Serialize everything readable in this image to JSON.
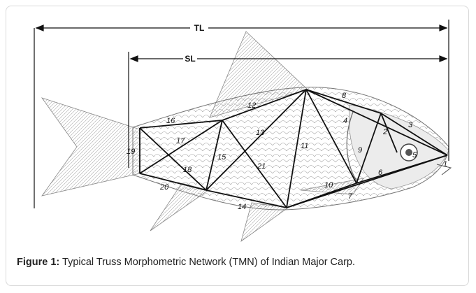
{
  "figure": {
    "measure_labels": {
      "total_length": "TL",
      "standard_length": "SL"
    },
    "truss_labels": [
      "1",
      "2",
      "3",
      "4",
      "5",
      "6",
      "7",
      "8",
      "9",
      "10",
      "11",
      "12",
      "13",
      "14",
      "15",
      "16",
      "17",
      "18",
      "19",
      "20",
      "21"
    ],
    "caption": {
      "label": "Figure 1:",
      "text": "Typical Truss Morphometric Network (TMN) of Indian Major Carp."
    }
  }
}
